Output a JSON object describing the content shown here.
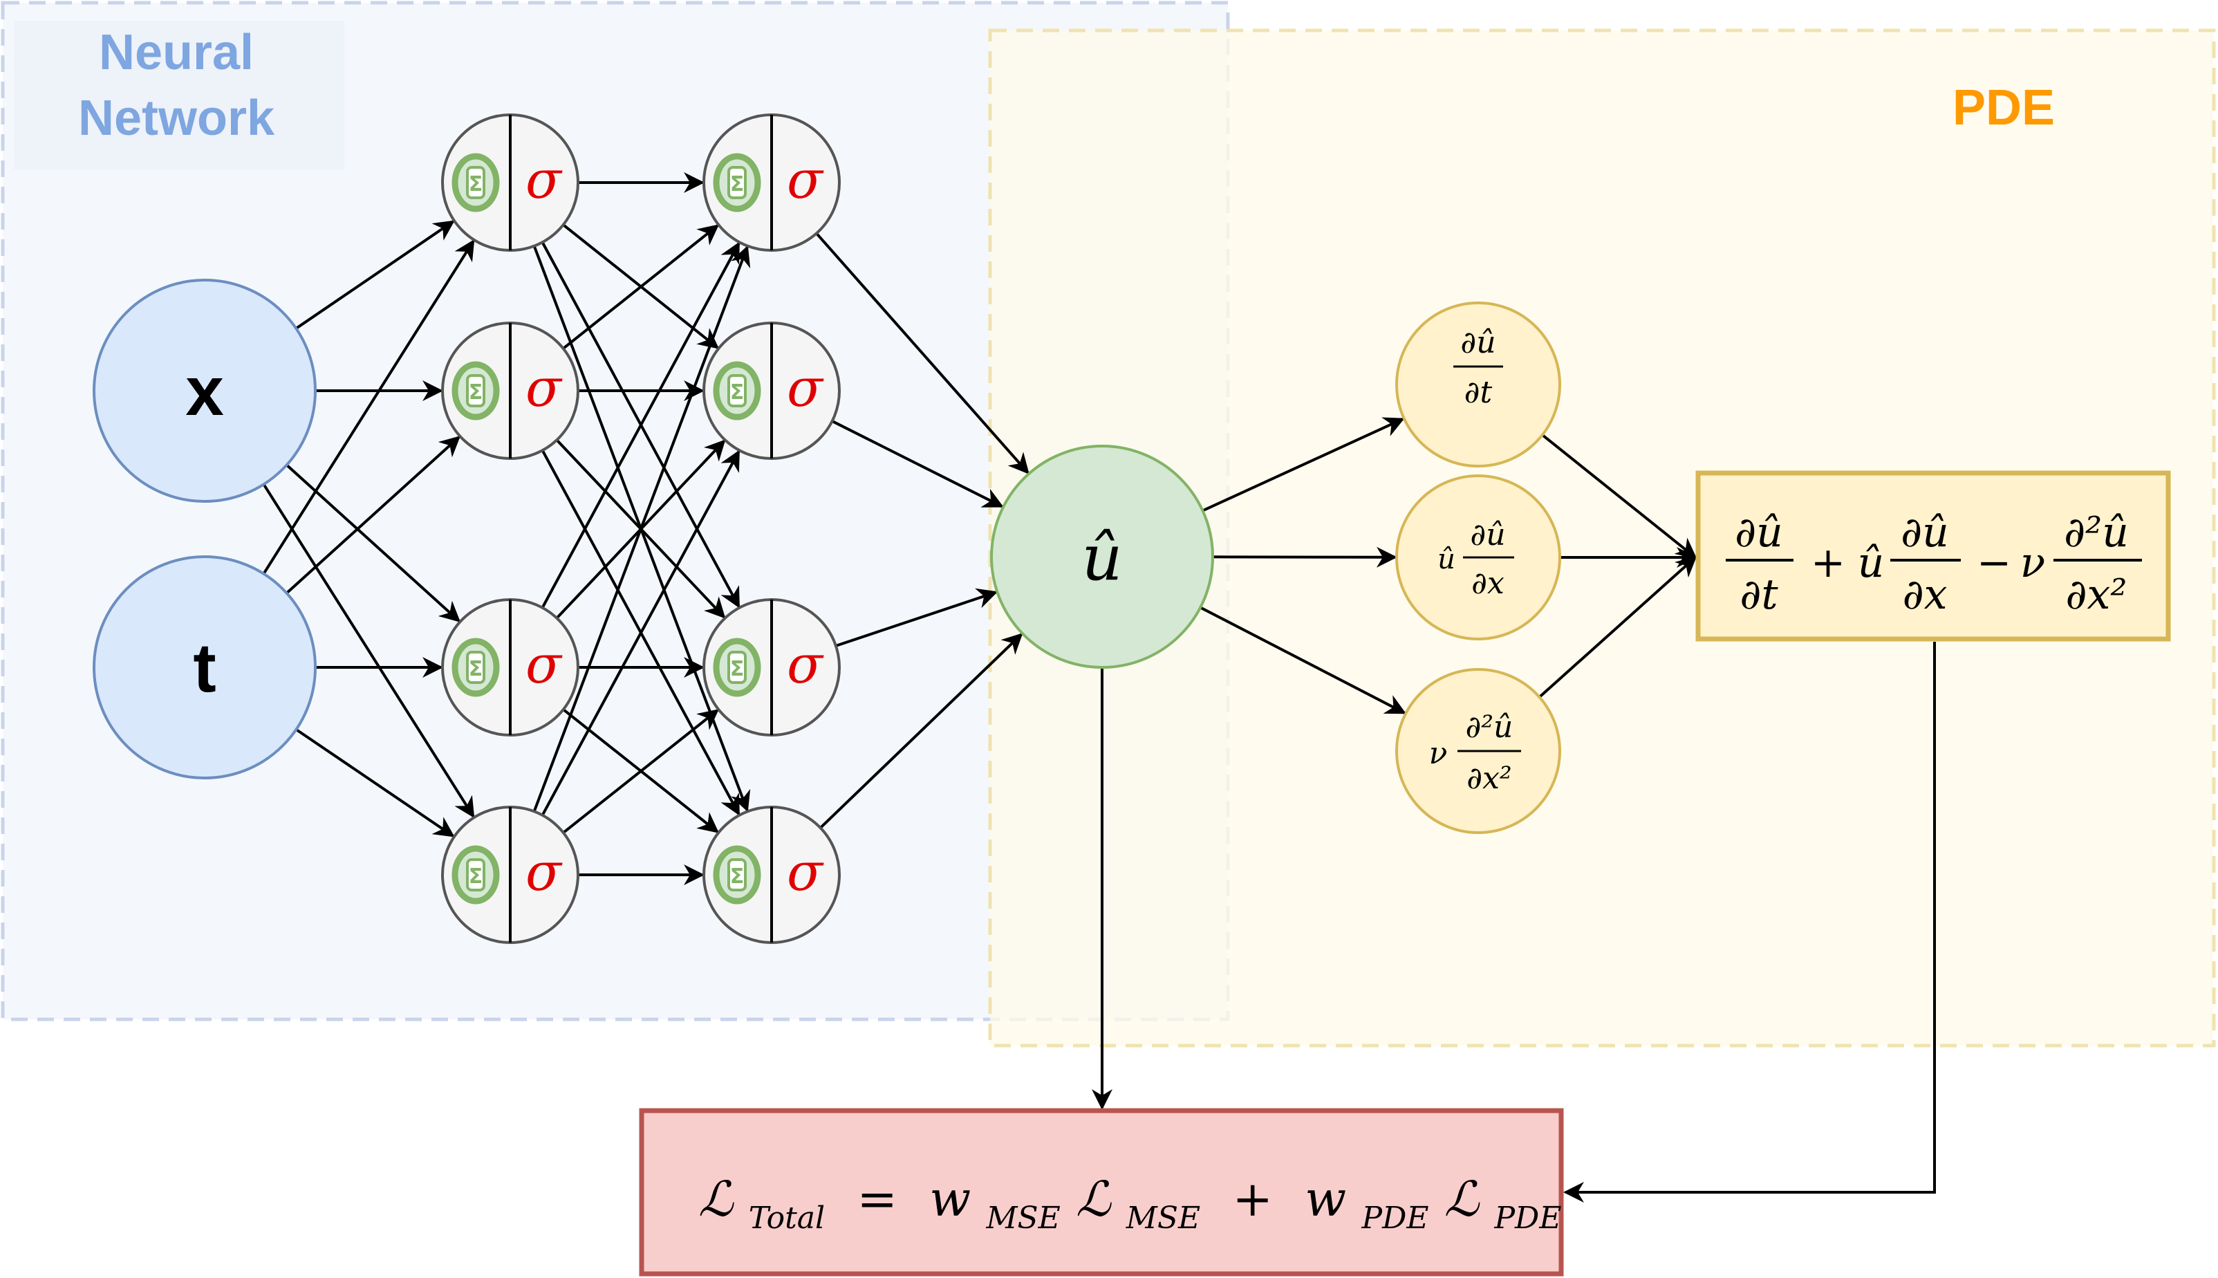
{
  "regions": {
    "neural_network": {
      "title_line1": "Neural",
      "title_line2": "Network"
    },
    "pde": {
      "title": "PDE"
    }
  },
  "inputs": {
    "x": "x",
    "t": "t"
  },
  "neuron": {
    "sum_symbol": "Σ",
    "activation_symbol": "σ"
  },
  "output": {
    "symbol": "û"
  },
  "pde_terms": {
    "time_derivative": {
      "num": "∂û",
      "den": "∂t"
    },
    "advection": {
      "prefix": "û",
      "num": "∂û",
      "den": "∂x"
    },
    "diffusion": {
      "prefix": "ν",
      "num": "∂²û",
      "den": "∂x²"
    }
  },
  "residual": {
    "t1_num": "∂û",
    "t1_den": "∂t",
    "op1": "+",
    "coef2": "û",
    "t2_num": "∂û",
    "t2_den": "∂x",
    "op2": "−",
    "coef3": "ν",
    "t3_num": "∂²û",
    "t3_den": "∂x²"
  },
  "loss": {
    "L": "ℒ",
    "total_sub": "Total",
    "eq": "=",
    "w": "w",
    "mse_sub": "MSE",
    "plus": "+",
    "pde_sub": "PDE"
  },
  "colors": {
    "nn_region_fill": "#f4f7fc",
    "nn_region_border": "#c9d3ea",
    "nn_title": "#7ea6e0",
    "pde_region_fill": "#fffbea",
    "pde_region_border": "#f0e3b0",
    "pde_title": "#ff9900",
    "input_fill": "#dae8fc",
    "input_stroke": "#6c8ebf",
    "neuron_fill": "#f5f5f5",
    "neuron_stroke": "#555555",
    "sum_fill": "#d5e8d4",
    "sum_stroke": "#82b366",
    "sigma": "#e00000",
    "output_fill": "#d5e8d4",
    "output_stroke": "#82b366",
    "term_fill": "#fff2cc",
    "term_stroke": "#d6b656",
    "loss_fill": "#f8cecc",
    "loss_stroke": "#b85450"
  }
}
